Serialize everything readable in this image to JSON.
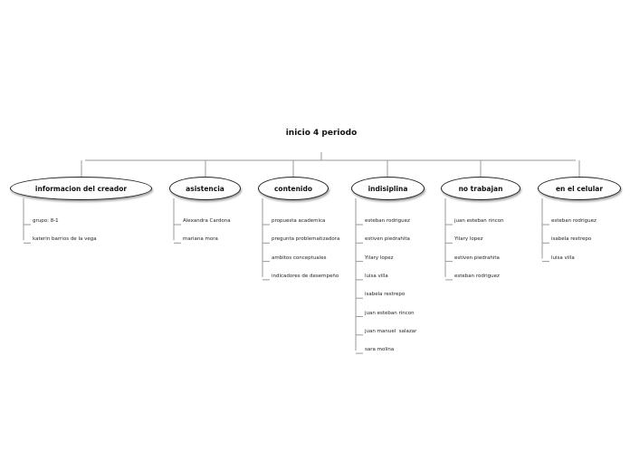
{
  "root": {
    "label": "inicio 4 periodo"
  },
  "branches": [
    {
      "label": "informacion del creador",
      "children": [
        "grupo: 8-1",
        "katerin barrios de la vega"
      ]
    },
    {
      "label": "asistencia",
      "children": [
        "Alexandra Cardona",
        "mariana mora"
      ]
    },
    {
      "label": "contenido",
      "children": [
        "propuesta academica",
        "pregunta problematizadora",
        "ambitos conceptuales",
        "indicadores de desempeño"
      ]
    },
    {
      "label": "indisiplina",
      "children": [
        "esteban rodriguez",
        "estiven piedrahita",
        "Yilary lopez",
        "luisa villa",
        "isabela restrepo",
        "juan esteban rincon",
        "juan manuel  salazar",
        "sara molina"
      ]
    },
    {
      "label": "no trabajan",
      "children": [
        "juan esteban rincon",
        "Yilary lopez",
        "estiven piedrahita",
        "esteban rodriguez"
      ]
    },
    {
      "label": "en el celular",
      "children": [
        "esteban rodriguez",
        "isabela restrepo",
        "luisa villa"
      ]
    }
  ]
}
